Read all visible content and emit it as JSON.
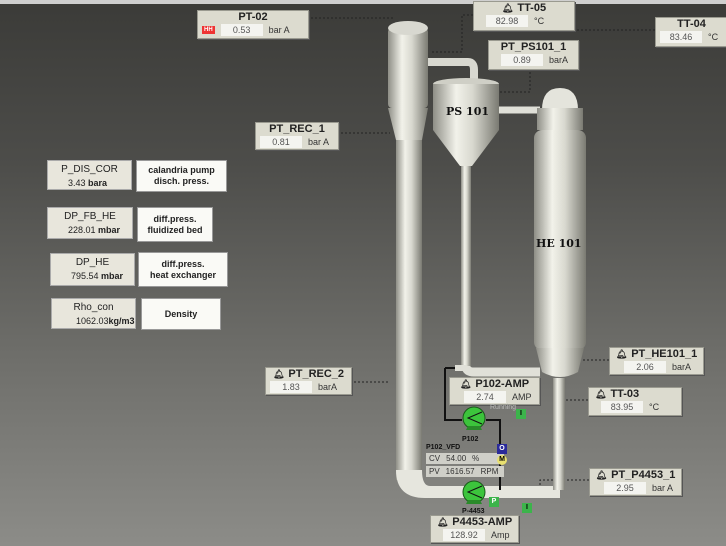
{
  "tags": {
    "pt02": {
      "name": "PT-02",
      "value": "0.53",
      "unit": "bar A",
      "alarm": "HH"
    },
    "tt05": {
      "name": "TT-05",
      "value": "82.98",
      "unit": "°C"
    },
    "tt04": {
      "name": "TT-04",
      "value": "83.46",
      "unit": "°C"
    },
    "ptps101": {
      "name": "PT_PS101_1",
      "value": "0.89",
      "unit": "barA"
    },
    "ptrec1": {
      "name": "PT_REC_1",
      "value": "0.81",
      "unit": "bar A"
    },
    "ptrec2": {
      "name": "PT_REC_2",
      "value": "1.83",
      "unit": "barA"
    },
    "p102amp": {
      "name": "P102-AMP",
      "value": "2.74",
      "unit": "AMP",
      "status": "Running"
    },
    "pthe101": {
      "name": "PT_HE101_1",
      "value": "2.06",
      "unit": "barA"
    },
    "tt03": {
      "name": "TT-03",
      "value": "83.95",
      "unit": "°C"
    },
    "ptp4453": {
      "name": "PT_P4453_1",
      "value": "2.95",
      "unit": "bar A"
    },
    "p4453amp": {
      "name": "P4453-AMP",
      "value": "128.92",
      "unit": "Amp"
    }
  },
  "panel": [
    {
      "name": "P_DIS_COR",
      "value": "3.43",
      "unit": "bara",
      "desc1": "calandria pump",
      "desc2": "disch. press."
    },
    {
      "name": "DP_FB_HE",
      "value": "228.01",
      "unit": "mbar",
      "desc1": "diff.press.",
      "desc2": "fluidized bed"
    },
    {
      "name": "DP_HE",
      "value": "795.54",
      "unit": "mbar",
      "desc1": "diff.press.",
      "desc2": "heat exchanger"
    },
    {
      "name": "Rho_con",
      "value": "1062.03",
      "unit": "kg/m3",
      "desc1": "Density",
      "desc2": ""
    }
  ],
  "vessels": {
    "ps101": "PS 101",
    "he101": "HE 101"
  },
  "pumps": {
    "p102": "P102",
    "p4453": "P-4453"
  },
  "vfd": {
    "name": "P102_VFD",
    "cv_label": "CV",
    "cv_value": "54.00",
    "cv_unit": "%",
    "pv_label": "PV",
    "pv_value": "1616.57",
    "pv_unit": "RPM"
  },
  "indicators": {
    "i": "I",
    "p": "P",
    "o": "O",
    "m": "M"
  },
  "colors": {
    "pump": "#3cc43c",
    "alarm": "#e33333",
    "indicator_green": "#3cb44b",
    "indicator_blue": "#2a2a9a",
    "indicator_yellow": "#e8e070"
  }
}
